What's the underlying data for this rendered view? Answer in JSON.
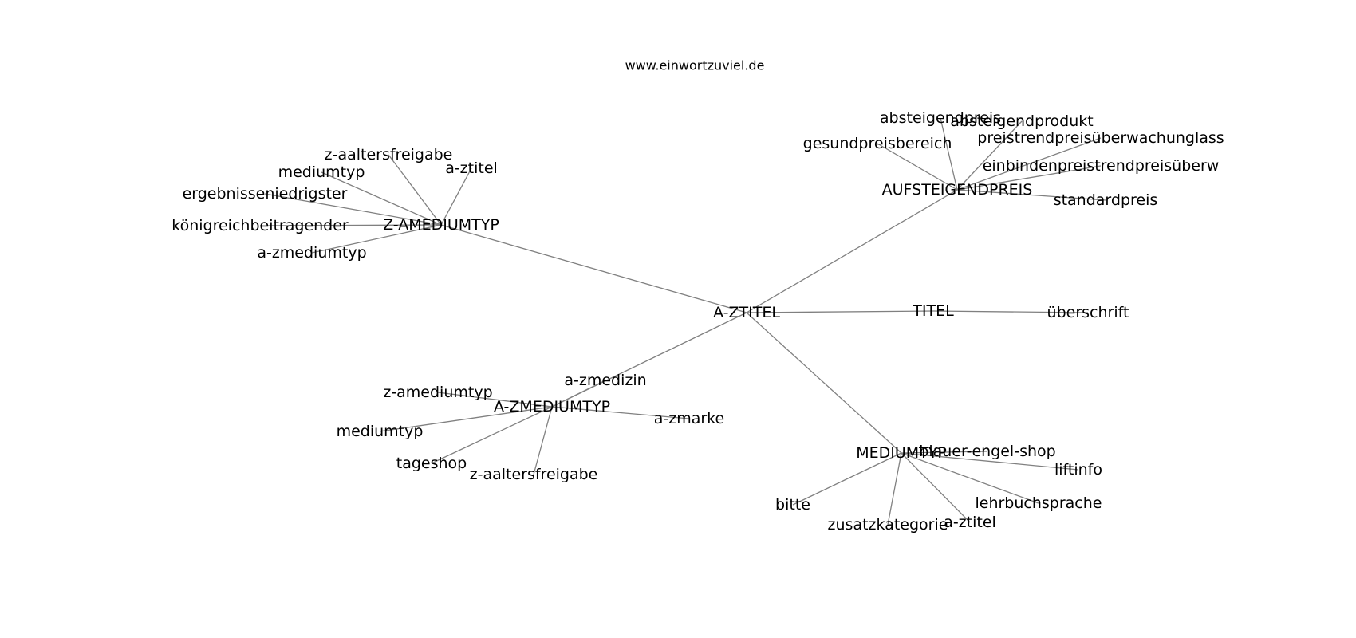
{
  "site": "www.einwortzuviel.de",
  "graph": {
    "root": "A-ZTITEL",
    "clusters": [
      {
        "hub": "Z-AMEDIUMTYP",
        "children": [
          "z-aaltersfreigabe",
          "mediumtyp",
          "a-ztitel",
          "ergebnisseniedrigster",
          "königreichbeitragender",
          "a-zmediumtyp"
        ]
      },
      {
        "hub": "AUFSTEIGENDPREIS",
        "children": [
          "absteigendpreis",
          "absteigendprodukt",
          "preistrendpreisüberwachunglass",
          "gesundpreisbereich",
          "einbindenpreistrendpreisüberw",
          "standardpreis"
        ]
      },
      {
        "hub": "TITEL",
        "children": [
          "überschrift"
        ]
      },
      {
        "hub": "A-ZMEDIUMTYP",
        "children": [
          "a-zmedizin",
          "z-amediumtyp",
          "a-zmarke",
          "mediumtyp",
          "tageshop",
          "z-aaltersfreigabe"
        ]
      },
      {
        "hub": "MEDIUMTYP",
        "children": [
          "blauer-engel-shop",
          "liftinfo",
          "lehrbuchsprache",
          "a-ztitel",
          "zusatzkategorie",
          "bitte"
        ]
      }
    ]
  }
}
